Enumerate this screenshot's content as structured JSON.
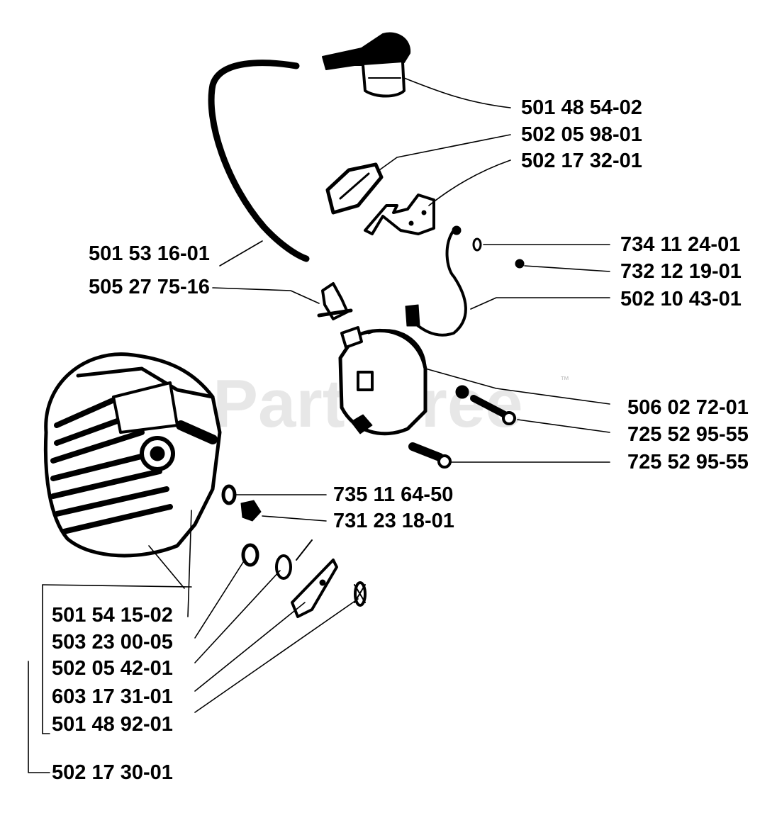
{
  "watermark": {
    "text": "PartsTree",
    "trademark": "™"
  },
  "part_numbers": [
    {
      "id": "p1",
      "text": "501 48 54-02"
    },
    {
      "id": "p2",
      "text": "502 05 98-01"
    },
    {
      "id": "p3",
      "text": "502 17 32-01"
    },
    {
      "id": "p4",
      "text": "734 11 24-01"
    },
    {
      "id": "p5",
      "text": "732 12 19-01"
    },
    {
      "id": "p6",
      "text": "502 10 43-01"
    },
    {
      "id": "p7",
      "text": "501 53 16-01"
    },
    {
      "id": "p8",
      "text": "505 27 75-16"
    },
    {
      "id": "p9",
      "text": "506 02 72-01"
    },
    {
      "id": "p10",
      "text": "725 52 95-55"
    },
    {
      "id": "p11",
      "text": "725 52 95-55"
    },
    {
      "id": "p12",
      "text": "735 11 64-50"
    },
    {
      "id": "p13",
      "text": "731 23 18-01"
    },
    {
      "id": "p14",
      "text": "501 54 15-02"
    },
    {
      "id": "p15",
      "text": "503 23 00-05"
    },
    {
      "id": "p16",
      "text": "502 05 42-01"
    },
    {
      "id": "p17",
      "text": "603 17 31-01"
    },
    {
      "id": "p18",
      "text": "501 48 92-01"
    },
    {
      "id": "p19",
      "text": "502 17 30-01"
    }
  ]
}
